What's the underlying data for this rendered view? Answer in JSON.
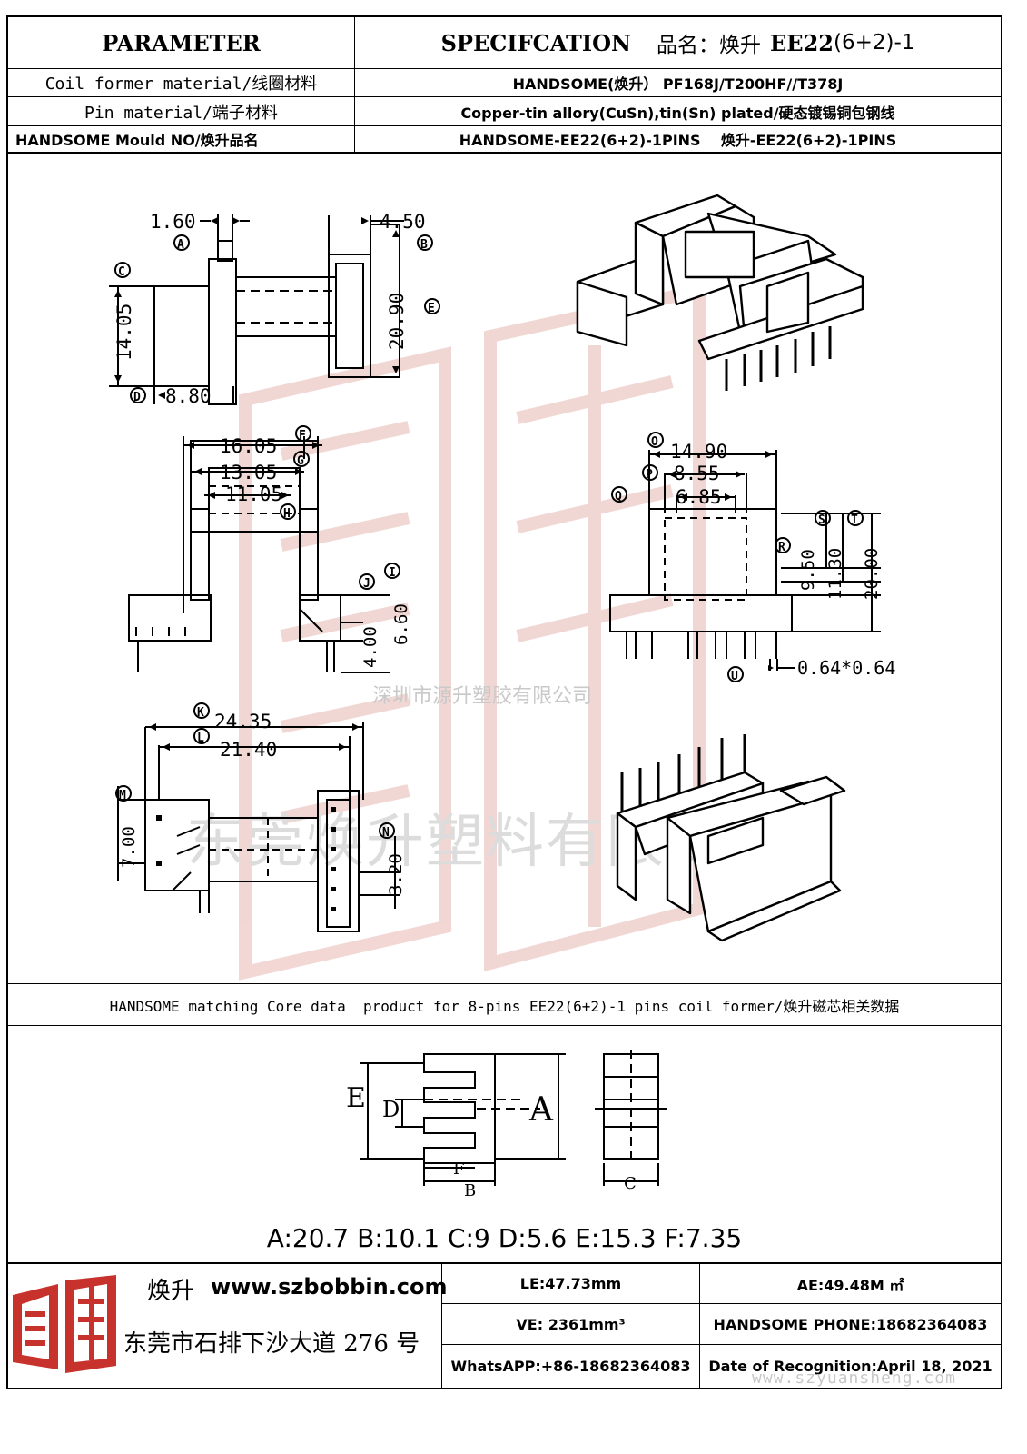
{
  "header": {
    "parameter": "PARAMETER",
    "spec": "SPECIFCATION",
    "product_label": "品名：焕升",
    "product_model": "EE22",
    "product_suffix": "(6+2)-1"
  },
  "params": [
    {
      "label": "Coil former material/线圈材料",
      "value": "HANDSOME(焕升）  PF168J/T200HF//T378J"
    },
    {
      "label": "Pin material/端子材料",
      "value": "Copper-tin allory(CuSn),tin(Sn) plated/硬态镀锡铜包钢线"
    },
    {
      "label": "HANDSOME Mould NO/焕升品名",
      "value": "HANDSOME-EE22(6+2)-1PINS    焕升-EE22(6+2)-1PINS"
    }
  ],
  "dims": {
    "A": "1.60",
    "B": "4.50",
    "C": "14.05",
    "D": "8.80",
    "E": "20.90",
    "F": "16.05",
    "G": "13.05",
    "H": "11.05",
    "I": "6.60",
    "J": "4.00",
    "K": "24.35",
    "L": "21.40",
    "M": "7.00",
    "N": "3.20",
    "O": "14.90",
    "P": "8.55",
    "Q": "6.85",
    "R": "9.50",
    "S": "11.30",
    "T": "20.00",
    "U": "0.64*0.64"
  },
  "watermark": {
    "line1": "深圳市源升塑胶有限公司",
    "line2": "东莞焕升塑料有限公司",
    "url": "www.szyuansheng.com"
  },
  "core": {
    "banner": "HANDSOME matching Core data  product for 8-pins EE22(6+2)-1 pins coil former/焕升磁芯相关数据",
    "labels": {
      "A": "A",
      "B": "B",
      "C": "C",
      "D": "D",
      "E": "E",
      "F": "F"
    },
    "values": "A:20.7 B:10.1 C:9 D:5.6 E:15.3 F:7.35"
  },
  "footer": {
    "brand": "焕升",
    "website": "www.szbobbin.com",
    "address": "东莞市石排下沙大道 276 号",
    "le": "LE:47.73mm",
    "ae": "AE:49.48M ㎡",
    "ve": "VE: 2361mm³",
    "phone": "HANDSOME PHONE:18682364083",
    "whatsapp": "WhatsAPP:+86-18682364083",
    "date": "Date of Recognition:April 18, 2021"
  },
  "colors": {
    "logo": "#c8322c",
    "watermark": "#e7b7b2"
  }
}
